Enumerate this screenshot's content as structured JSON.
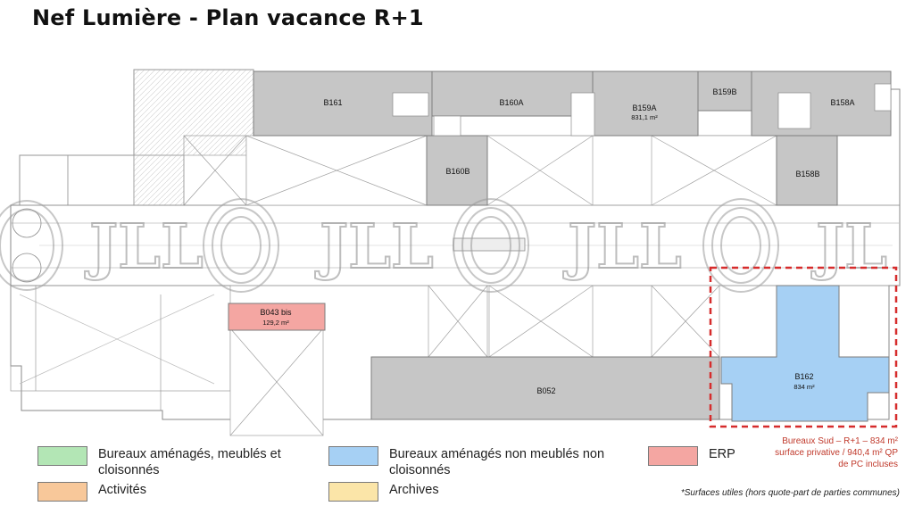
{
  "title": "Nef Lumière - Plan vacance R+1",
  "watermark": "JLL",
  "colors": {
    "lot_grey": "#c6c6c6",
    "b162_blue": "#a6d0f4",
    "b043_red": "#f4a6a2",
    "highlight": "#d62c2c",
    "wall": "#7d7d7d"
  },
  "lots": {
    "b161": {
      "label": "B161"
    },
    "b160a": {
      "label": "B160A"
    },
    "b159a": {
      "label": "B159A",
      "area": "831,1 m²"
    },
    "b159b": {
      "label": "B159B"
    },
    "b158a": {
      "label": "B158A"
    },
    "b160b": {
      "label": "B160B"
    },
    "b158b": {
      "label": "B158B"
    },
    "b043bis": {
      "label": "B043 bis",
      "area": "129,2 m²"
    },
    "b052": {
      "label": "B052"
    },
    "b162": {
      "label": "B162",
      "area": "834 m²"
    }
  },
  "highlight_note": {
    "line1": "Bureaux Sud – R+1 – 834 m²",
    "line2": "surface privative / 940,4 m² QP",
    "line3": "de PC incluses"
  },
  "legend": [
    {
      "label": "Bureaux aménagés, meublés et cloisonnés",
      "color": "#b3e6b5"
    },
    {
      "label": "Activités",
      "color": "#f8c89a"
    },
    {
      "label": "Bureaux aménagés non meublés non cloisonnés",
      "color": "#a6d0f4"
    },
    {
      "label": "Archives",
      "color": "#fbe5a8"
    },
    {
      "label": "ERP",
      "color": "#f4a6a2"
    }
  ],
  "footnote": "*Surfaces utiles (hors quote-part de parties communes)"
}
